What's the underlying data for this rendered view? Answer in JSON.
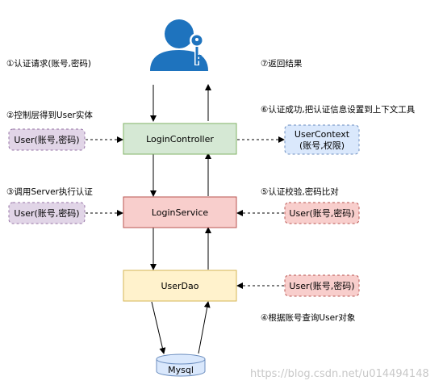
{
  "labels": {
    "step1": "①认证请求(账号,密码)",
    "step2": "②控制层得到User实体",
    "step3": "③调用Server执行认证",
    "step4": "④根据账号查询User对象",
    "step5": "⑤认证校验,密码比对",
    "step6": "⑥认证成功,把认证信息设置到上下文工具",
    "step7": "⑦返回结果"
  },
  "nodes": {
    "controller": "LoginController",
    "service": "LoginService",
    "dao": "UserDao",
    "db": "Mysql",
    "user_left_1": "User(账号,密码)",
    "user_left_2": "User(账号,密码)",
    "user_right_service": "User(账号,密码)",
    "user_right_dao": "User(账号,密码)",
    "context_line1": "UserContext",
    "context_line2": "(账号,权限)"
  },
  "icons": {
    "user_with_key": "user-key-icon"
  },
  "colors": {
    "controller_fill": "#d5e8d4",
    "controller_stroke": "#82b366",
    "service_fill": "#f8cecc",
    "service_stroke": "#b85450",
    "dao_fill": "#fff2cc",
    "dao_stroke": "#d6b656",
    "purple_fill": "#e1d5e7",
    "purple_stroke": "#9673a6",
    "blue_fill": "#dae8fc",
    "blue_stroke": "#6c8ebf",
    "icon_blue": "#1e73be"
  },
  "watermark": "https://blog.csdn.net/u014494148"
}
